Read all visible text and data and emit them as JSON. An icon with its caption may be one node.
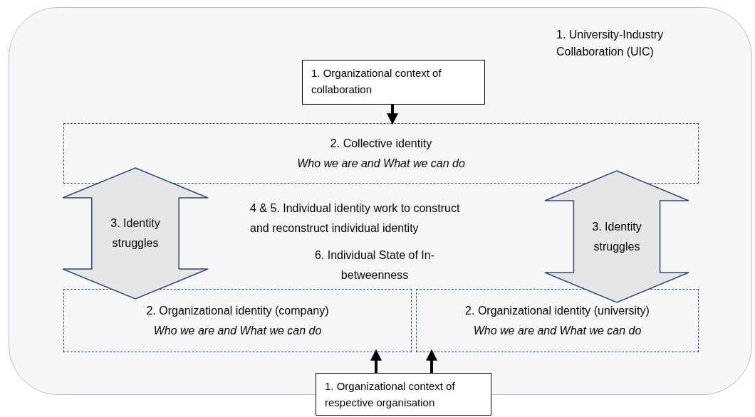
{
  "diagram": {
    "nodes": [
      {
        "text": [
          "1. University-Industry Collaboration (UIC)",
          "4 & 5. Individual identity work to construct and reconstruct individual identity",
          "6. Individual State of In-betweenness"
        ]
      },
      {
        "text": [
          "1. Organizational context of collaboration"
        ],
        "in": 0
      },
      {
        "text": [
          "2. Collective identity",
          "Who we are and What we can do"
        ],
        "in": 0
      },
      {
        "text": [
          "2. Organizational identity (company)",
          "Who we are and What we can do"
        ],
        "in": 0
      },
      {
        "text": [
          "2. Organizational identity (university)",
          "Who we are and What we can do"
        ],
        "in": 0
      },
      {
        "text": [
          "1. Organizational context of respective organisation"
        ]
      }
    ],
    "edges": [
      {
        "from": 1,
        "to": 2,
        "arrow": "to"
      },
      {
        "from": 2,
        "to": 3,
        "arrow": "both",
        "style": "thick",
        "label": "3. Identity struggles"
      },
      {
        "from": 2,
        "to": 4,
        "arrow": "both",
        "style": "thick",
        "label": "3. Identity struggles"
      },
      {
        "from": 5,
        "to": 3,
        "arrow": "to"
      },
      {
        "from": 5,
        "to": 4,
        "arrow": "to"
      }
    ]
  }
}
